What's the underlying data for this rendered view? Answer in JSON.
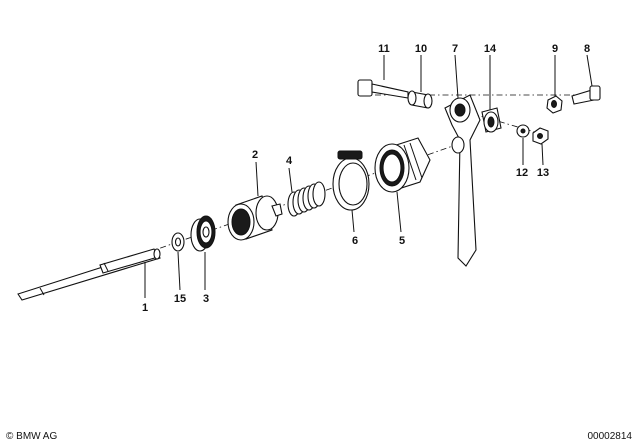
{
  "diagram": {
    "callouts": [
      {
        "id": "1",
        "label": "1"
      },
      {
        "id": "2",
        "label": "2"
      },
      {
        "id": "3",
        "label": "3"
      },
      {
        "id": "4",
        "label": "4"
      },
      {
        "id": "5",
        "label": "5"
      },
      {
        "id": "6",
        "label": "6"
      },
      {
        "id": "7",
        "label": "7"
      },
      {
        "id": "8",
        "label": "8"
      },
      {
        "id": "9",
        "label": "9"
      },
      {
        "id": "10",
        "label": "10"
      },
      {
        "id": "11",
        "label": "11"
      },
      {
        "id": "12",
        "label": "12"
      },
      {
        "id": "13",
        "label": "13"
      },
      {
        "id": "14",
        "label": "14"
      },
      {
        "id": "15",
        "label": "15"
      }
    ]
  },
  "footer": {
    "copyright": "© BMW AG",
    "document_number": "00002814"
  }
}
